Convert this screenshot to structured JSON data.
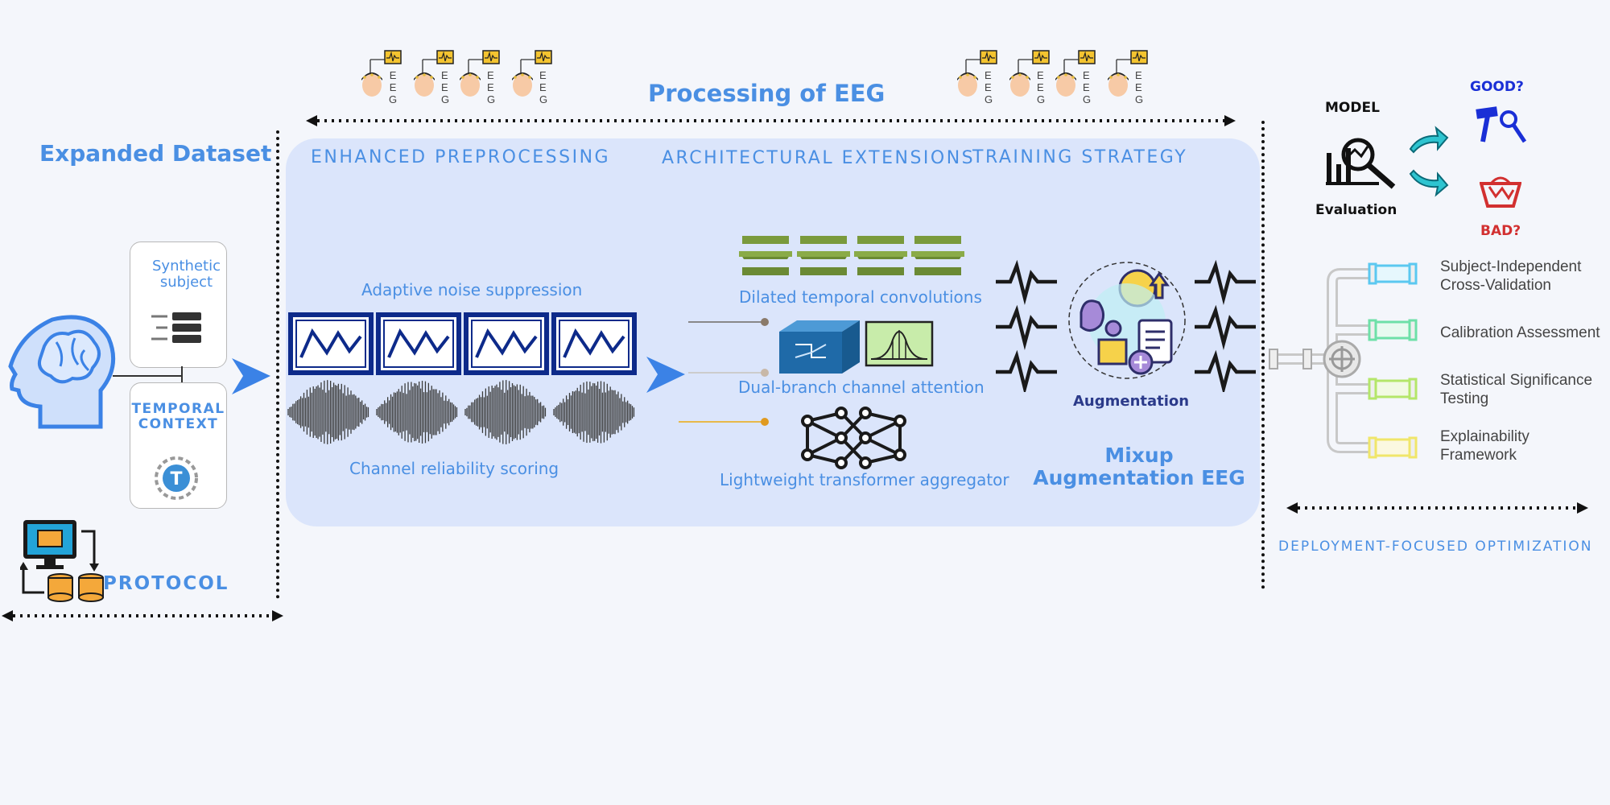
{
  "header": {
    "title": "Processing of EEG"
  },
  "left": {
    "title": "Expanded Dataset",
    "synthetic_label": "Synthetic subject",
    "temporal_label": "TEMPORAL CONTEXT",
    "protocol_label": "PROTOCOL"
  },
  "sections": {
    "preprocessing": "ENHANCED PREPROCESSING",
    "architecture": "ARCHITECTURAL EXTENSIONS",
    "training": "TRAINING STRATEGY"
  },
  "preprocessing": {
    "noise": "Adaptive noise suppression",
    "channel": "Channel reliability scoring"
  },
  "architecture": {
    "dilated": "Dilated temporal convolutions",
    "dual": "Dual-branch channel attention",
    "transformer": "Lightweight transformer aggregator"
  },
  "training": {
    "augmentation_icon_label": "Augmentation",
    "mixup": "Mixup Augmentation EEG"
  },
  "evaluation": {
    "model_label": "MODEL",
    "evaluation_label": "Evaluation",
    "good_label": "GOOD?",
    "bad_label": "BAD?",
    "items": [
      {
        "text": "Subject-Independent Cross-Validation",
        "color": "#5bc8f0"
      },
      {
        "text": "Calibration Assessment",
        "color": "#6ee0a8"
      },
      {
        "text": "Statistical Significance Testing",
        "color": "#b4e66a"
      },
      {
        "text": "Explainability Framework",
        "color": "#f0e66a"
      }
    ],
    "deployment": "DEPLOYMENT-FOCUSED OPTIMIZATION"
  },
  "eeg_letters": [
    "E",
    "E",
    "G"
  ],
  "colors": {
    "accent": "#4a8fe3",
    "panel": "#dbe5fb",
    "navy": "#0d2a8a",
    "good": "#1a2fd6",
    "bad": "#d23030"
  }
}
